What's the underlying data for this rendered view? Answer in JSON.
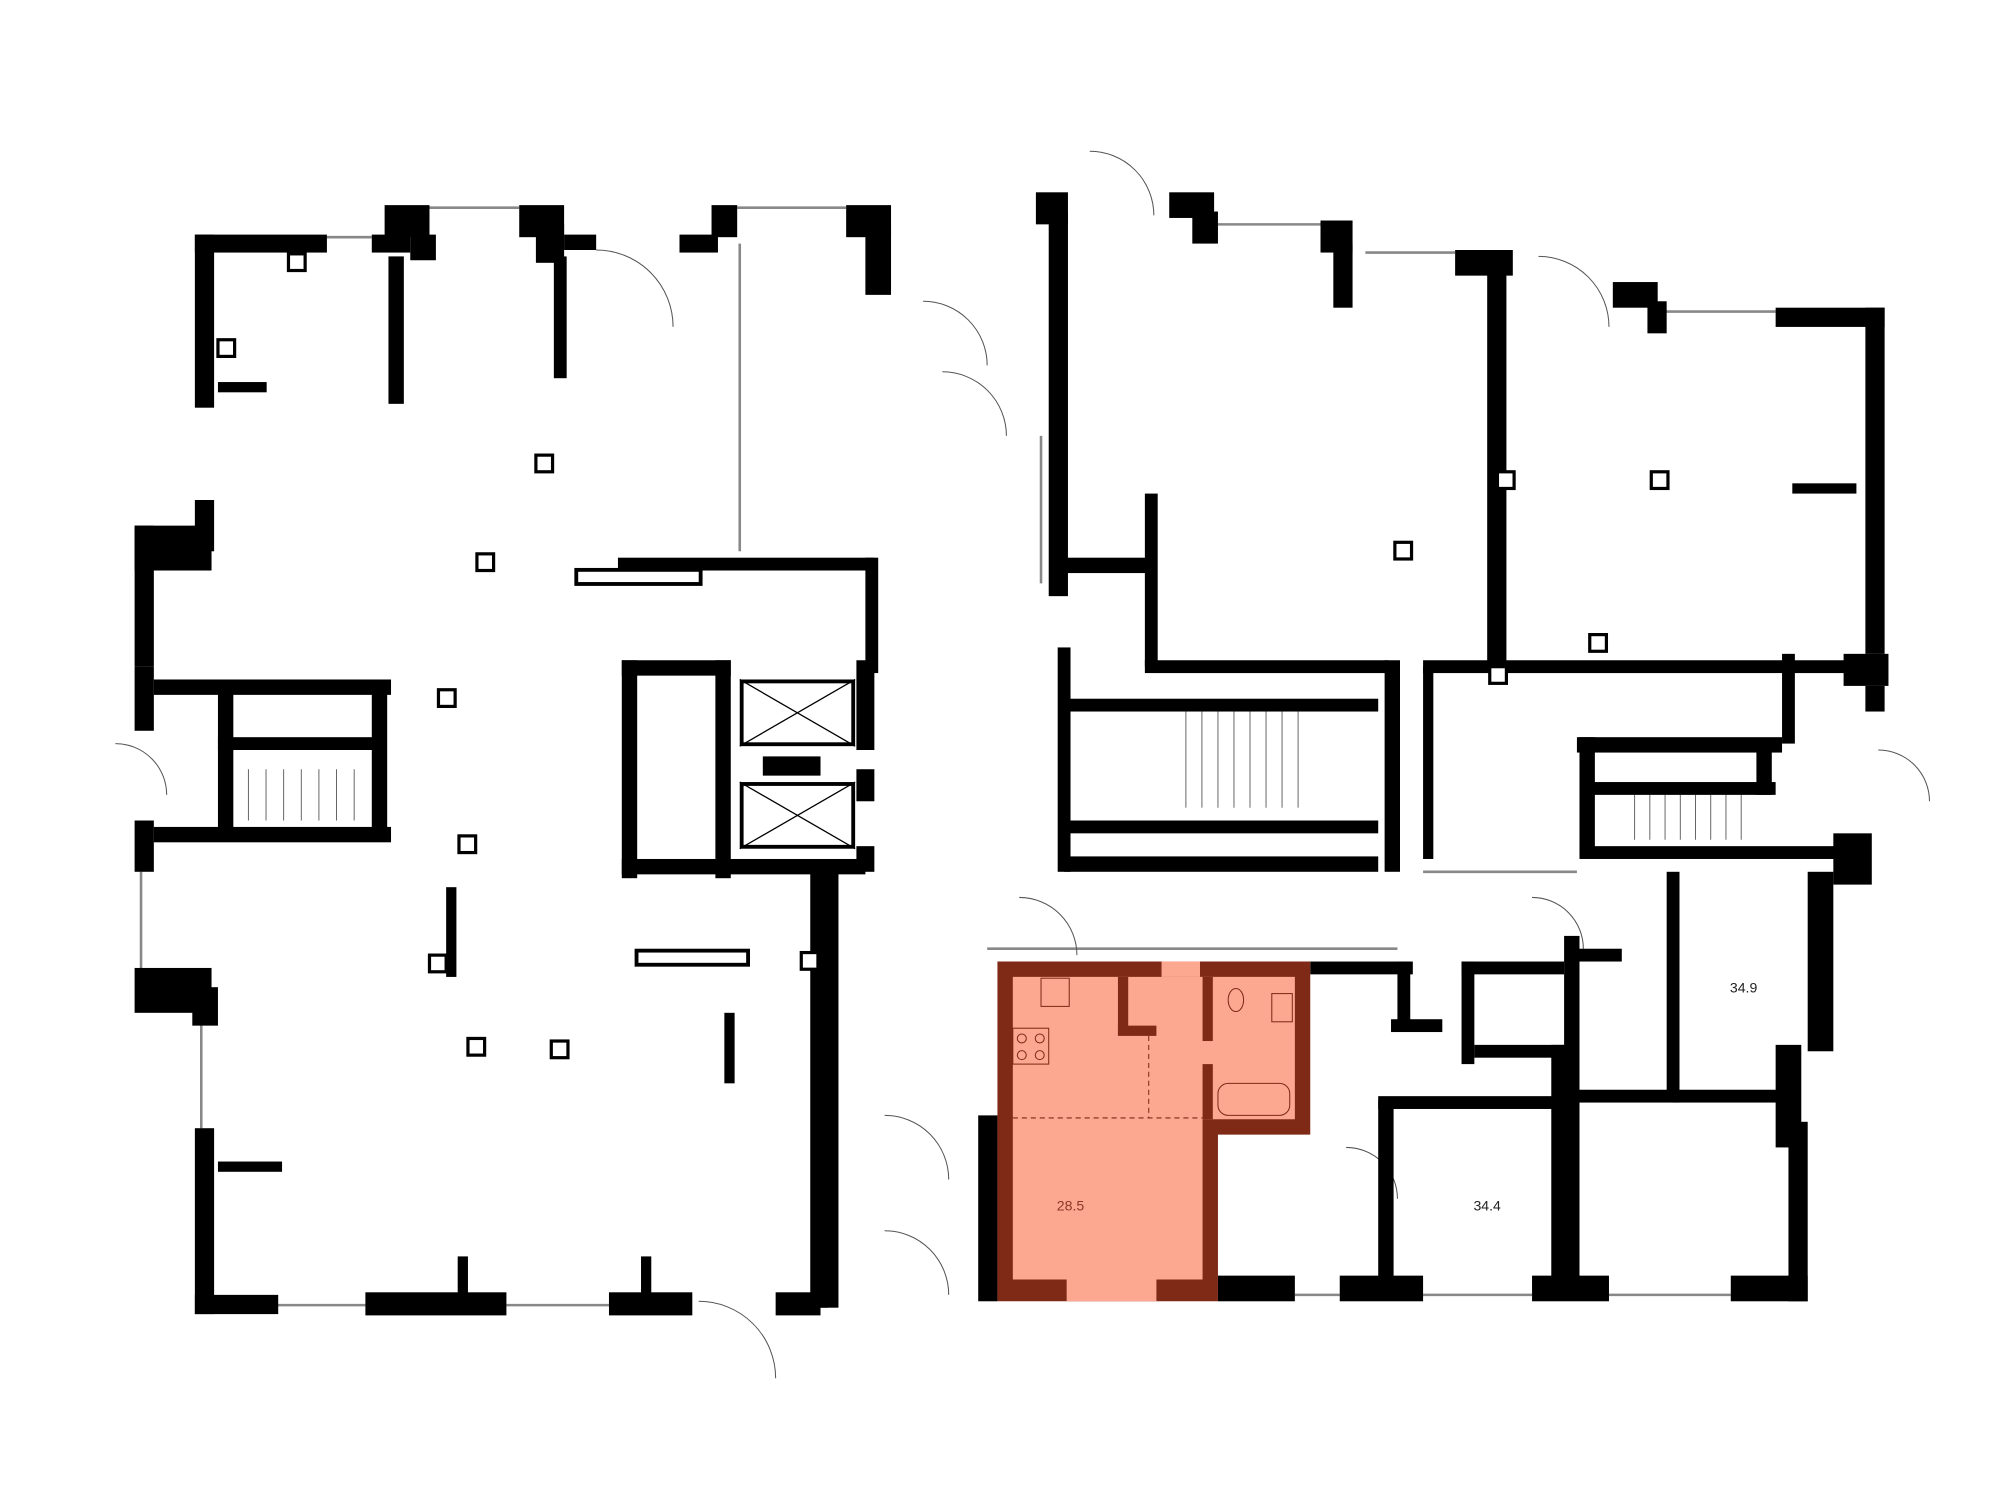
{
  "plan": {
    "highlighted_unit": {
      "area": "28.5",
      "fill_color": "#FCA78F",
      "wall_color": "#7E2A16",
      "label_color": "#8A3A28"
    },
    "units": [
      {
        "area": "34.4"
      },
      {
        "area": "34.9"
      }
    ],
    "colors": {
      "wall": "#000000",
      "background": "#FFFFFF",
      "line": "#888888"
    }
  }
}
